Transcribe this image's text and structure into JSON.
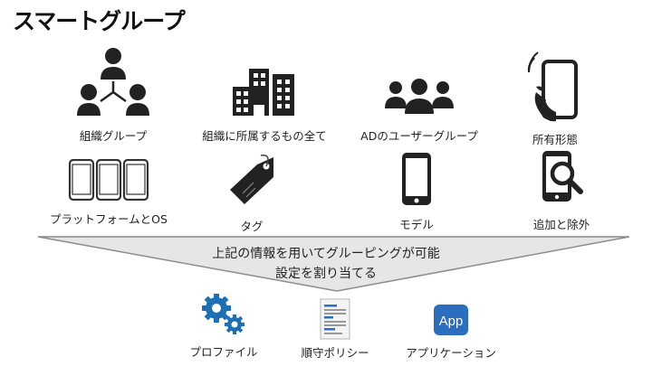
{
  "title": "スマートグループ",
  "sources": [
    {
      "label": "組織グループ",
      "icon": "org-group-icon"
    },
    {
      "label": "組織に所属するもの全て",
      "icon": "buildings-icon"
    },
    {
      "label": "ADのユーザーグループ",
      "icon": "user-group-icon"
    },
    {
      "label": "所有形態",
      "icon": "hand-phone-icon"
    },
    {
      "label": "プラットフォームとOS",
      "icon": "devices-icon"
    },
    {
      "label": "タグ",
      "icon": "tag-icon"
    },
    {
      "label": "モデル",
      "icon": "smartphone-icon"
    },
    {
      "label": "追加と除外",
      "icon": "search-device-icon"
    }
  ],
  "funnel": {
    "line1": "上記の情報を用いてグルーピングが可能",
    "line2": "設定を割り当てる"
  },
  "targets": [
    {
      "label": "プロファイル",
      "icon": "gears-icon"
    },
    {
      "label": "順守ポリシー",
      "icon": "policy-document-icon"
    },
    {
      "label": "アプリケーション",
      "icon": "app-icon",
      "badge": "App"
    }
  ],
  "colors": {
    "icon_dark": "#222222",
    "funnel_fill": "#e6e6e6",
    "funnel_stroke": "#8c8c8c",
    "gear_blue": "#1f6fb5",
    "app_blue": "#2a6ebd"
  }
}
